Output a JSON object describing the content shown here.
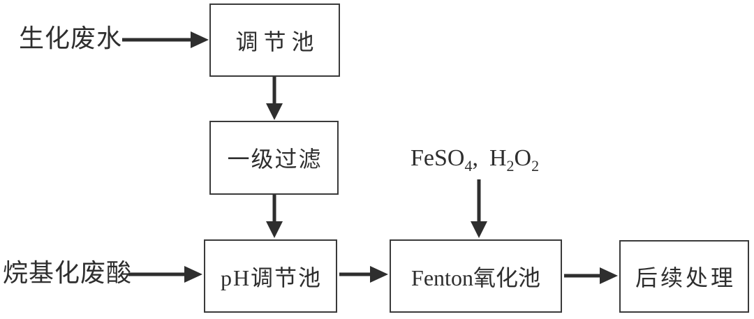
{
  "diagram": {
    "type": "process-flow",
    "description": "Fenton oxidation wastewater treatment process flow diagram",
    "language": "zh-CN",
    "colors": {
      "ink": "#2e2e2e",
      "box_border": "#3a3a3a",
      "background": "#ffffff"
    },
    "nodes": [
      {
        "id": "regulation-tank",
        "label": "调节池"
      },
      {
        "id": "primary-filtration",
        "label": "一级过滤"
      },
      {
        "id": "ph-adjustment-tank",
        "label": "pH调节池"
      },
      {
        "id": "fenton-oxidation-tank",
        "label": "Fenton氧化池"
      },
      {
        "id": "subsequent-treatment",
        "label": "后续处理"
      }
    ],
    "inputs": [
      {
        "id": "biochemical-wastewater",
        "label": "生化废水"
      },
      {
        "id": "alkylation-waste-acid",
        "label": "烷基化废酸"
      },
      {
        "id": "fenton-reagents",
        "label": "FeSO4, H2O2",
        "parts": {
          "p1": "FeSO",
          "s1": "4",
          "p2": ",",
          "p3": "H",
          "s2": "2",
          "p4": "O",
          "s3": "2"
        }
      }
    ],
    "edges": [
      {
        "from": "biochemical-wastewater",
        "to": "regulation-tank"
      },
      {
        "from": "regulation-tank",
        "to": "primary-filtration"
      },
      {
        "from": "primary-filtration",
        "to": "ph-adjustment-tank"
      },
      {
        "from": "alkylation-waste-acid",
        "to": "ph-adjustment-tank"
      },
      {
        "from": "ph-adjustment-tank",
        "to": "fenton-oxidation-tank"
      },
      {
        "from": "fenton-reagents",
        "to": "fenton-oxidation-tank"
      },
      {
        "from": "fenton-oxidation-tank",
        "to": "subsequent-treatment"
      }
    ]
  }
}
